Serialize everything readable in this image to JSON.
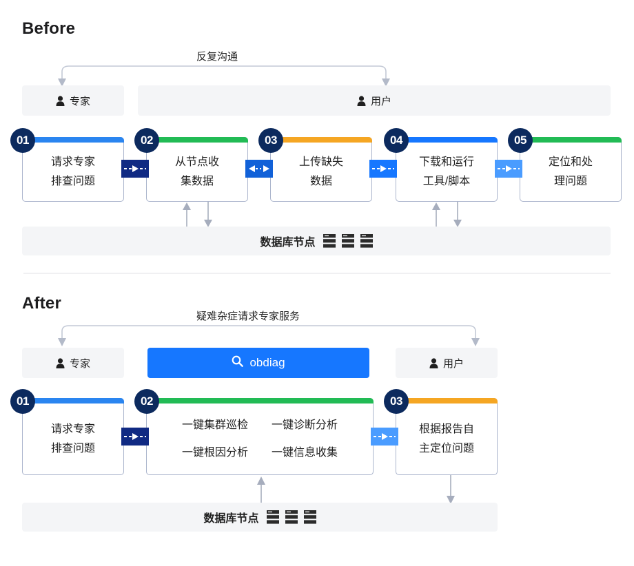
{
  "colors": {
    "badge": "#0c2a5e",
    "blue": "#1677ff",
    "blue_light": "#4a9cff",
    "blue_dark": "#102a83",
    "green": "#22bb55",
    "orange": "#f5a623",
    "gray_bar": "#f4f5f7",
    "gray_arrow": "#a6adbd",
    "card_border": "#aab4cc",
    "divider": "#f0f0f2"
  },
  "before": {
    "title": "Before",
    "arc_caption": "反复沟通",
    "roles": [
      {
        "label": "专家",
        "icon": "person-icon"
      },
      {
        "label": "用户",
        "icon": "person-icon"
      }
    ],
    "steps": [
      {
        "number": "01",
        "top_color": "#2a85f0",
        "lines": [
          "请求专家",
          "排查问题"
        ]
      },
      {
        "number": "02",
        "top_color": "#22bb55",
        "lines": [
          "从节点收",
          "集数据"
        ]
      },
      {
        "number": "03",
        "top_color": "#f5a623",
        "lines": [
          "上传缺失",
          "数据"
        ]
      },
      {
        "number": "04",
        "top_color": "#1677ff",
        "lines": [
          "下载和运行",
          "工具/脚本"
        ]
      },
      {
        "number": "05",
        "top_color": "#22bb55",
        "lines": [
          "定位和处",
          "理问题"
        ]
      }
    ],
    "connectors": [
      {
        "direction": "right",
        "color": "#102a83"
      },
      {
        "direction": "both",
        "color": "#1161d8"
      },
      {
        "direction": "right",
        "color": "#1677ff"
      },
      {
        "direction": "right",
        "color": "#4a9cff"
      }
    ],
    "db_bar": {
      "label": "数据库节点",
      "node_count": 3
    }
  },
  "after": {
    "title": "After",
    "arc_caption": "疑难杂症请求专家服务",
    "roles": [
      {
        "label": "专家",
        "icon": "person-icon"
      },
      {
        "label": "用户",
        "icon": "person-icon"
      }
    ],
    "product": {
      "label": "obdiag",
      "icon": "search-icon",
      "color": "#1677ff"
    },
    "steps": [
      {
        "number": "01",
        "top_color": "#2a85f0",
        "lines": [
          "请求专家",
          "排查问题"
        ]
      },
      {
        "number": "02",
        "top_color": "#22bb55",
        "features": [
          "一键集群巡检",
          "一键诊断分析",
          "一键根因分析",
          "一键信息收集"
        ]
      },
      {
        "number": "03",
        "top_color": "#f5a623",
        "lines": [
          "根据报告自",
          "主定位问题"
        ]
      }
    ],
    "connectors": [
      {
        "direction": "right",
        "color": "#102a83"
      },
      {
        "direction": "right",
        "color": "#4a9cff"
      }
    ],
    "db_bar": {
      "label": "数据库节点",
      "node_count": 3
    }
  }
}
